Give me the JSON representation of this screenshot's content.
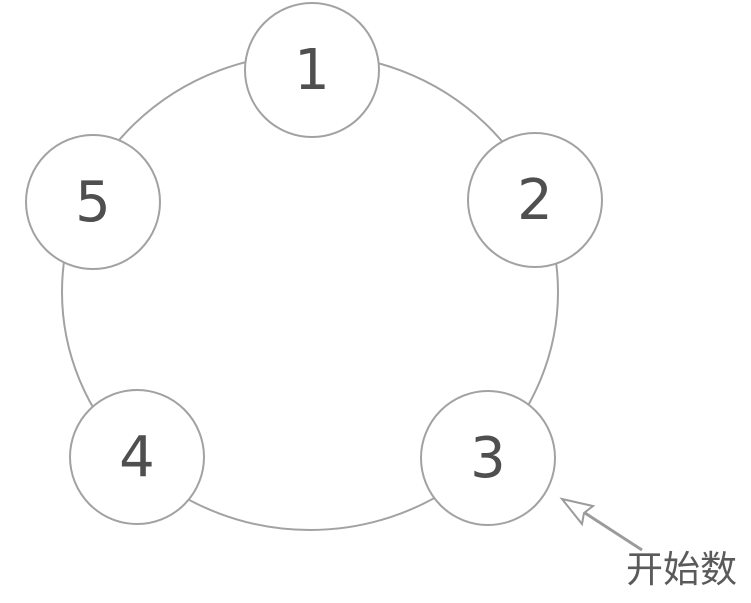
{
  "diagram": {
    "nodes": [
      {
        "label": "1"
      },
      {
        "label": "2"
      },
      {
        "label": "3"
      },
      {
        "label": "4"
      },
      {
        "label": "5"
      }
    ],
    "annotation": {
      "label": "开始数",
      "points_to_node": "3"
    },
    "colors": {
      "background": "#ffffff",
      "stroke": "#a2a2a2",
      "number": "#4f4f4f",
      "arrow": "#9b9b9b",
      "annotation_text": "#5a5a5a"
    }
  }
}
